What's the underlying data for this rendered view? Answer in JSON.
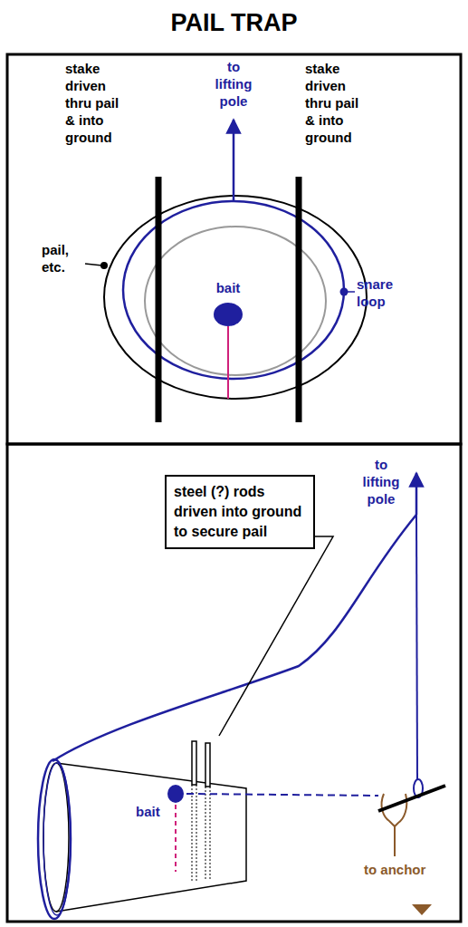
{
  "diagram": {
    "title": "PAIL TRAP",
    "nodes": [
      {
        "text": [
          "steel (?) rods driven into ground to secure pail"
        ]
      }
    ],
    "labels": [
      "stake driven thru pail & into ground",
      "to lifting pole",
      "stake driven thru pail & into ground",
      "pail, etc.",
      "bait",
      "snare loop",
      "to lifting pole",
      "bait",
      "to anchor"
    ]
  }
}
